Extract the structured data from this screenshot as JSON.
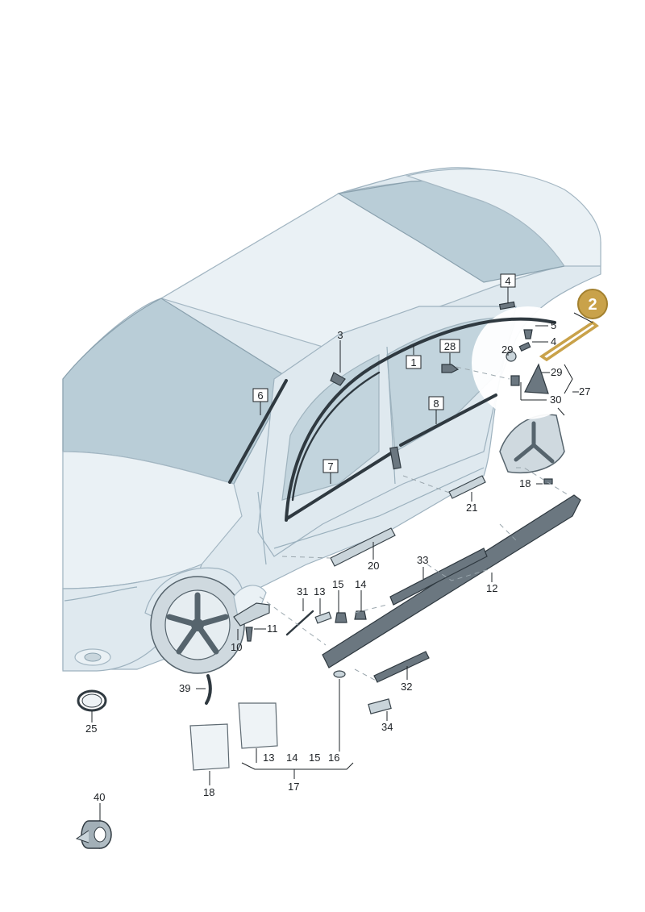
{
  "highlight": {
    "label": "2",
    "color": "#c9a24a"
  },
  "callouts": {
    "c1": "1",
    "c3": "3",
    "c4a": "4",
    "c4b": "4",
    "c5": "5",
    "c6": "6",
    "c7": "7",
    "c8": "8",
    "c10": "10",
    "c11": "11",
    "c12": "12",
    "c13a": "13",
    "c13b": "13",
    "c14a": "14",
    "c14b": "14",
    "c15a": "15",
    "c15b": "15",
    "c16": "16",
    "c17": "17",
    "c18a": "18",
    "c18b": "18",
    "c20": "20",
    "c21": "21",
    "c25": "25",
    "c27": "27",
    "c28": "28",
    "c29a": "29",
    "c29b": "29",
    "c30": "30",
    "c31": "31",
    "c32": "32",
    "c33": "33",
    "c34": "34",
    "c39": "39",
    "c40": "40"
  }
}
